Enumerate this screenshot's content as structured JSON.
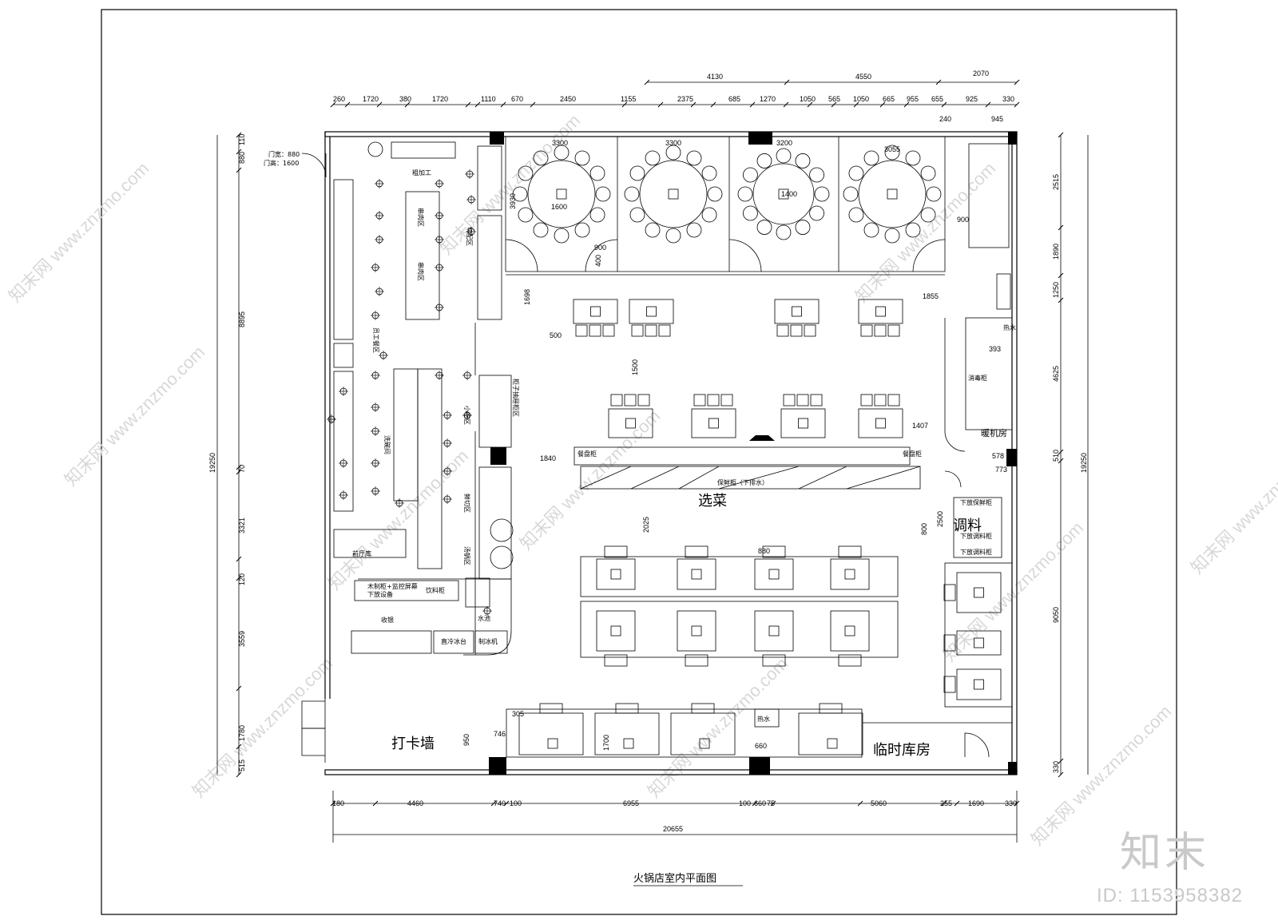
{
  "plan_title": "火锅店室内平面图",
  "brand_mark": "知末",
  "image_id": "ID: 1153958382",
  "watermark_text": "知末网 www.znzmo.com",
  "top_dims_row1": [
    "260",
    "1720",
    "380",
    "1720",
    "1110",
    "670",
    "2450",
    "1155",
    "2375",
    "685",
    "1270",
    "1050",
    "565",
    "1050",
    "665",
    "955",
    "655",
    "925",
    "330"
  ],
  "top_dims_row2": [
    "4130",
    "4550",
    "2070"
  ],
  "bottom_dims_row1": [
    "180",
    "4460",
    "740",
    "100",
    "6955",
    "100",
    "660",
    "75",
    "5060",
    "255",
    "1690",
    "330"
  ],
  "bottom_total": "20655",
  "left_dims": [
    "880",
    "110",
    "8895",
    "70",
    "3321",
    "120",
    "3559",
    "1780",
    "515"
  ],
  "left_total": "19250",
  "right_dims": [
    "2515",
    "1890",
    "1250",
    "4625",
    "510",
    "9050",
    "330"
  ],
  "right_total": "19250",
  "door_width": "门宽：880",
  "door_height": "门高：1600",
  "rooms": {
    "rough_processing": "粗加工",
    "skewer_zone": "串肉区",
    "skewer_zone_2": "串肉区",
    "staff_meal": "员工餐区",
    "wash_room": "洗碗间",
    "snack_zone": "小吃区",
    "fresh_cut": "鲜切区",
    "pot_zone": "汤锅区",
    "cutting_zone": "切配区",
    "cabinet": "柜子抽屉柜区",
    "front_storage": "前厅库",
    "counter": "木制柜+监控屏幕",
    "counter_2": "下放设备",
    "drink_cabinet": "饮料柜",
    "cashier": "收银",
    "cold_table": "直冷冰台",
    "ice_maker": "制冰机",
    "water": "水池",
    "pick_dishes": "选菜",
    "keep_fresh": "保鲜柜（下排水）",
    "seasoning": "调料",
    "seasoning_1": "下放保鲜柜",
    "seasoning_2": "下放调料柜",
    "seasoning_3": "下放调料柜",
    "checkin_wall": "打卡墙",
    "temp_storage": "临时库房",
    "hot_water": "热水",
    "hot_water_2": "热水",
    "disinfect": "消毒柜",
    "machine_room": "暖机房",
    "plate_cab": "餐盘柜",
    "plate_cab_2": "餐盘柜"
  },
  "inner_dims": {
    "d3300a": "3300",
    "d3300b": "3300",
    "d3200": "3200",
    "d3055": "3055",
    "d1600": "1600",
    "d1400": "1400",
    "d900a": "900",
    "d400": "400",
    "d3930": "3930",
    "d1698": "1698",
    "d500": "500",
    "d1855": "1855",
    "d1500": "1500",
    "d1840": "1840",
    "d1407": "1407",
    "d393": "393",
    "d578": "578",
    "d773": "773",
    "d2025": "2025",
    "d880": "880",
    "d2500": "2500",
    "d800": "800",
    "d950": "950",
    "d746": "746",
    "d305": "305",
    "d1700": "1700",
    "d660": "660",
    "d240": "240",
    "d945": "945",
    "d900b": "900"
  }
}
